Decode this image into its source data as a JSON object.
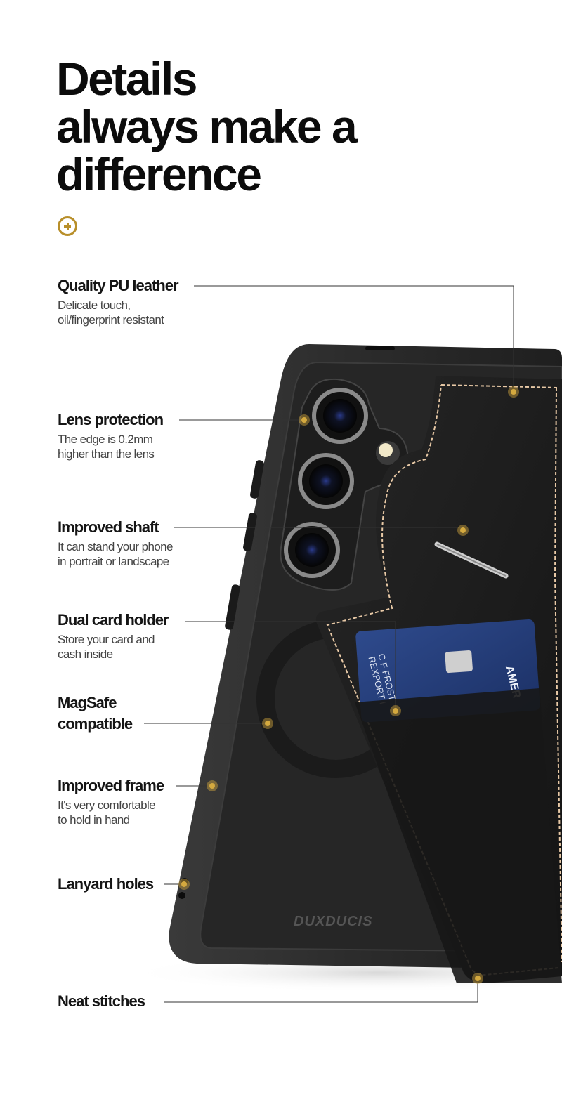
{
  "headline": {
    "line1": "Details",
    "line2": "always make a",
    "line3": "difference"
  },
  "colors": {
    "accent": "#b88f2a",
    "dot": "#d4a93f",
    "stitch": "#e8c9a6",
    "leather": "#1c1c1c",
    "case": "#2a2a2a"
  },
  "brand": {
    "logo_text": "DUXDUCIS"
  },
  "card": {
    "line1": "C F FROST",
    "line2": "REXPORT I",
    "brand": "AMER"
  },
  "features": [
    {
      "title": "Quality PU leather",
      "desc": "Delicate touch,\noil/fingerprint resistant"
    },
    {
      "title": "Lens protection",
      "desc": "The edge is 0.2mm\nhigher than the lens"
    },
    {
      "title": "Improved shaft",
      "desc": "It can stand your phone\nin portrait or landscape"
    },
    {
      "title": "Dual card holder",
      "desc": "Store your card and\ncash inside"
    },
    {
      "title": "MagSafe\ncompatible",
      "desc": ""
    },
    {
      "title": "Improved frame",
      "desc": "It's very comfortable\nto hold in hand"
    },
    {
      "title": "Lanyard holes",
      "desc": ""
    },
    {
      "title": "Neat stitches",
      "desc": ""
    }
  ]
}
